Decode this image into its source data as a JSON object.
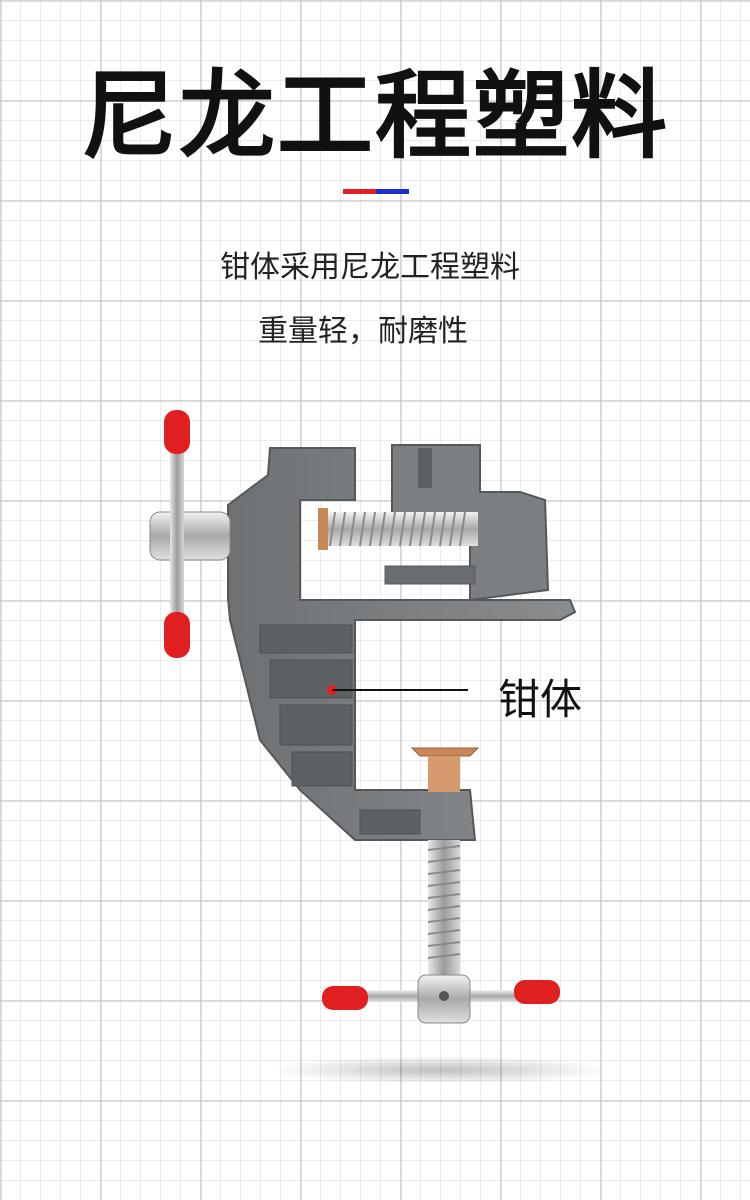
{
  "header": {
    "title": "尼龙工程塑料",
    "accent_colors": {
      "left": "#e01e26",
      "right": "#1d2fd1"
    }
  },
  "description": {
    "line1": "钳体采用尼龙工程塑料",
    "line2": "重量轻，耐磨性"
  },
  "product": {
    "callout_label": "钳体",
    "colors": {
      "body": "#7c7f82",
      "body_dark": "#5e6164",
      "cap": "#e02020",
      "steel": "#c9c9c9"
    }
  }
}
